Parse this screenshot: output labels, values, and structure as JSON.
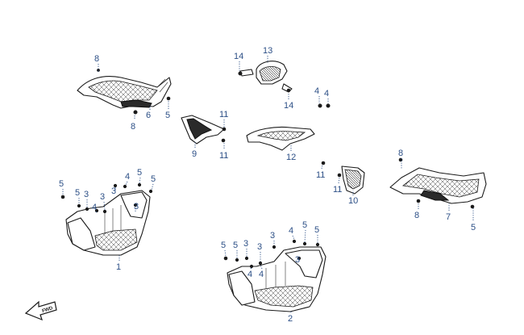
{
  "diagram": {
    "callouts": [
      "1",
      "2",
      "3",
      "4",
      "5",
      "6",
      "7",
      "8",
      "9",
      "10",
      "11",
      "12",
      "13",
      "14"
    ],
    "direction_arrow_label": "FWD"
  }
}
